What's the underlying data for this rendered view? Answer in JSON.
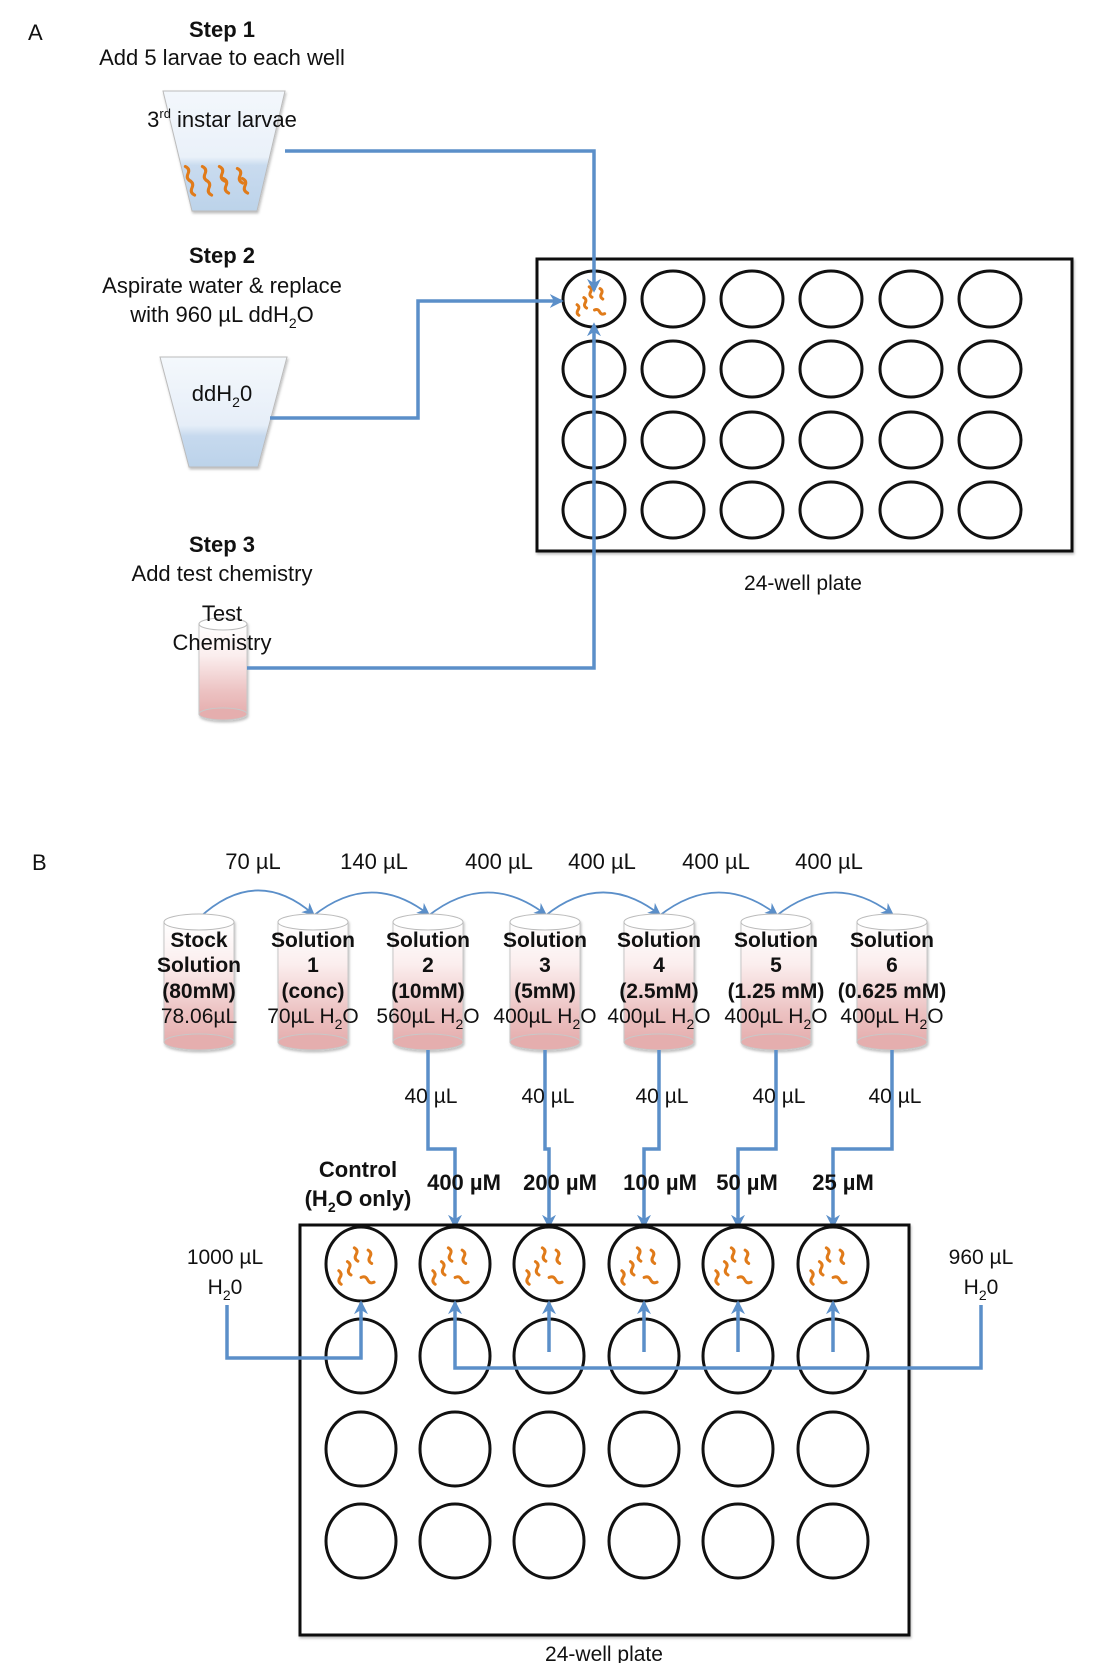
{
  "panel_a": {
    "label": "A",
    "step1": {
      "title": "Step 1",
      "desc": "Add 5 larvae to each well",
      "container_label_main": "3",
      "container_label_sup": "rd",
      "container_label_rest": " instar larvae"
    },
    "step2": {
      "title": "Step 2",
      "desc_line1": "Aspirate water & replace",
      "desc_line2_pre": "with 960 µL ddH",
      "desc_line2_sub": "2",
      "desc_line2_post": "O",
      "container_label_pre": "ddH",
      "container_label_sub": "2",
      "container_label_post": "0"
    },
    "step3": {
      "title": "Step 3",
      "desc": "Add test chemistry",
      "container_label_line1": "Test",
      "container_label_line2": "Chemistry"
    },
    "plate": {
      "label": "24-well plate",
      "rows": 4,
      "cols": 6,
      "filled_wells": [
        [
          0,
          0
        ]
      ]
    }
  },
  "panel_b": {
    "label": "B",
    "transfers": [
      "70 µL",
      "140 µL",
      "400 µL",
      "400 µL",
      "400 µL",
      "400 µL"
    ],
    "tubes": [
      {
        "line1": "Stock",
        "line2": "Solution",
        "line3": "(80mM)",
        "vol": "78.06µL",
        "has_h2o": false
      },
      {
        "line1": "Solution",
        "line2": "1",
        "line3": "(conc)",
        "vol": "70µL H",
        "has_h2o": true
      },
      {
        "line1": "Solution",
        "line2": "2",
        "line3": "(10mM)",
        "vol": "560µL H",
        "has_h2o": true
      },
      {
        "line1": "Solution",
        "line2": "3",
        "line3": "(5mM)",
        "vol": "400µL H",
        "has_h2o": true
      },
      {
        "line1": "Solution",
        "line2": "4",
        "line3": "(2.5mM)",
        "vol": "400µL H",
        "has_h2o": true
      },
      {
        "line1": "Solution",
        "line2": "5",
        "line3": "(1.25 mM)",
        "vol": "400µL H",
        "has_h2o": true
      },
      {
        "line1": "Solution",
        "line2": "6",
        "line3": "(0.625 mM)",
        "vol": "400µL H",
        "has_h2o": true
      }
    ],
    "aliquot_label": "40 µL",
    "control_label_line1": "Control",
    "control_label_line2_pre": "(H",
    "control_label_line2_sub": "2",
    "control_label_line2_post": "O only)",
    "concentrations": [
      "400 µM",
      "200 µM",
      "100 µM",
      "50 µM",
      "25 µM"
    ],
    "left_water": {
      "line1": "1000 µL",
      "line2_pre": "H",
      "line2_sub": "2",
      "line2_post": "0"
    },
    "right_water": {
      "line1": "960 µL",
      "line2_pre": "H",
      "line2_sub": "2",
      "line2_post": "0"
    },
    "plate": {
      "label": "24-well plate",
      "rows": 4,
      "cols": 6,
      "filled_row": 0
    }
  },
  "colors": {
    "flow_line": "#5b8fc9",
    "larva": "#e07b1a",
    "water": "#bcd3ea",
    "chemistry": "#e8b3b3"
  }
}
